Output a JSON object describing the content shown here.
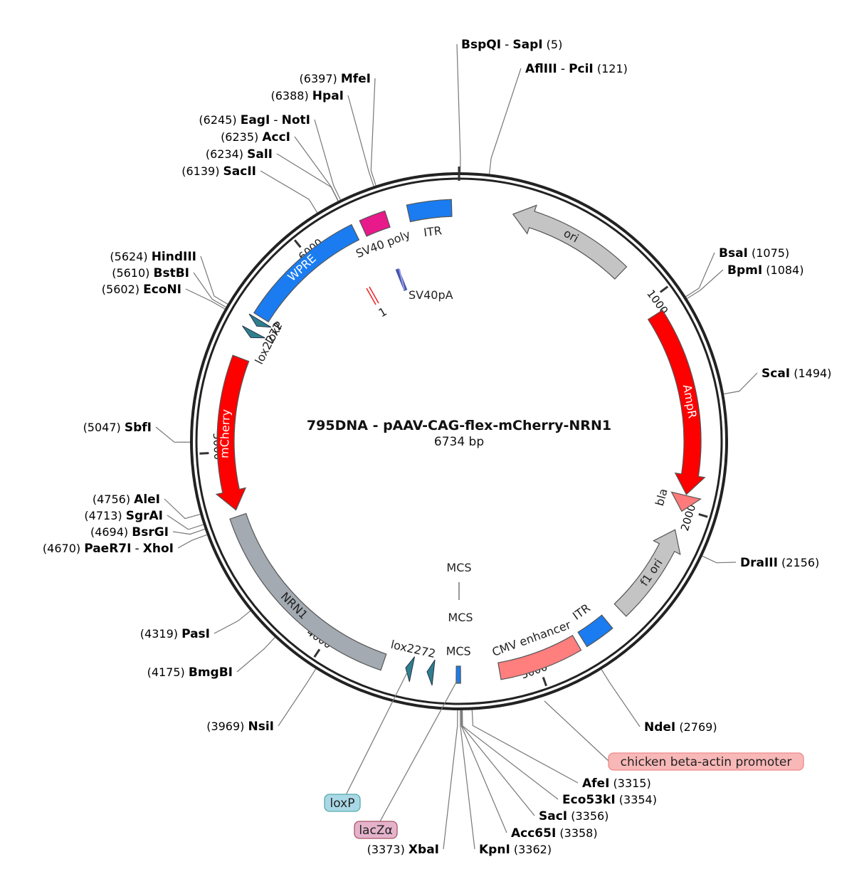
{
  "plasmid": {
    "name": "795DNA - pAAV-CAG-flex-mCherry-NRN1",
    "length_label": "6734 bp",
    "length": 6734
  },
  "colors": {
    "backbone": "#222222",
    "ori": "#c4c4c4",
    "amp": "#ff0000",
    "bla": "#ff7a7a",
    "f1ori": "#c4c4c4",
    "itr": "#1a7cf0",
    "cmv": "#ff7f7f",
    "mcs": "#1a7cf0",
    "lox": "#2f7f8f",
    "nrn1": "#a3aab2",
    "mcherry": "#ff0000",
    "wpre": "#1a7cf0",
    "sv40poly": "#e8198b"
  },
  "ticks": [
    {
      "pos": 0,
      "label": ""
    },
    {
      "pos": 1000,
      "label": "1000"
    },
    {
      "pos": 2000,
      "label": "2000"
    },
    {
      "pos": 3000,
      "label": "3000"
    },
    {
      "pos": 4000,
      "label": "4000"
    },
    {
      "pos": 5000,
      "label": "5000"
    },
    {
      "pos": 6000,
      "label": "6000"
    }
  ],
  "features": [
    {
      "id": "ori",
      "label": "ori",
      "start": 250,
      "end": 820,
      "dir": -1,
      "color": "ori",
      "label_color": "dark"
    },
    {
      "id": "ampr",
      "label": "AmpR",
      "start": 1070,
      "end": 1930,
      "dir": 1,
      "color": "amp",
      "label_color": "light"
    },
    {
      "id": "bla",
      "label": "bla",
      "start": 1935,
      "end": 2010,
      "dir": 1,
      "color": "bla",
      "label_color": "outside"
    },
    {
      "id": "f1ori",
      "label": "f1 ori",
      "start": 2100,
      "end": 2550,
      "dir": -1,
      "color": "f1ori",
      "label_color": "dark"
    },
    {
      "id": "itr-right",
      "label": "ITR",
      "start": 2630,
      "end": 2770,
      "dir": 0,
      "color": "itr",
      "label_color": "outside"
    },
    {
      "id": "cmv",
      "label": "CMV enhancer",
      "start": 2800,
      "end": 3180,
      "dir": 0,
      "color": "cmv",
      "label_color": "outside"
    },
    {
      "id": "mcs",
      "label": "MCS",
      "start": 3360,
      "end": 3380,
      "dir": 0,
      "color": "mcs",
      "label_color": "outside"
    },
    {
      "id": "nrn1",
      "label": "NRN1",
      "start": 3720,
      "end": 4700,
      "dir": 0,
      "color": "nrn1",
      "label_color": "dark"
    },
    {
      "id": "mcherry",
      "label": "mCherry",
      "start": 4730,
      "end": 5440,
      "dir": -1,
      "color": "mcherry",
      "label_color": "light"
    },
    {
      "id": "wpre",
      "label": "WPRE",
      "start": 5650,
      "end": 6240,
      "dir": 0,
      "color": "wpre",
      "label_color": "light"
    },
    {
      "id": "sv40poly",
      "label": "SV40 poly",
      "start": 6280,
      "end": 6400,
      "dir": 0,
      "color": "sv40poly",
      "label_color": "outside"
    },
    {
      "id": "itr-left",
      "label": "ITR",
      "start": 6500,
      "end": 6700,
      "dir": 0,
      "color": "itr",
      "label_color": "outside"
    }
  ],
  "small_features": [
    {
      "id": "lox2272-a",
      "label": "lox2272",
      "pos": 3600,
      "dir": 1
    },
    {
      "id": "lox2272-b",
      "label": "",
      "pos": 3500,
      "dir": 1
    },
    {
      "id": "loxp-top",
      "label": "loxP",
      "pos": 5620,
      "dir": -1
    },
    {
      "id": "lox2272-top",
      "label": "lox2272",
      "pos": 5560,
      "dir": -1
    }
  ],
  "inner_labels": [
    {
      "id": "sv40pa",
      "label": "SV40pA"
    },
    {
      "id": "origin-one",
      "label": "1"
    },
    {
      "id": "mcs-inner",
      "label": "MCS"
    }
  ],
  "sites": [
    {
      "name": "BspQI",
      "name2": "SapI",
      "pos": 5,
      "pos_label": "(5)",
      "side": "right"
    },
    {
      "name": "AflIII",
      "name2": "PciI",
      "pos": 121,
      "pos_label": "(121)",
      "side": "right"
    },
    {
      "name": "BsaI",
      "name2": "",
      "pos": 1075,
      "pos_label": "(1075)",
      "side": "right"
    },
    {
      "name": "BpmI",
      "name2": "",
      "pos": 1084,
      "pos_label": "(1084)",
      "side": "right"
    },
    {
      "name": "ScaI",
      "name2": "",
      "pos": 1494,
      "pos_label": "(1494)",
      "side": "right"
    },
    {
      "name": "DraIII",
      "name2": "",
      "pos": 2156,
      "pos_label": "(2156)",
      "side": "right"
    },
    {
      "name": "NdeI",
      "name2": "",
      "pos": 2769,
      "pos_label": "(2769)",
      "side": "right"
    },
    {
      "name": "AfeI",
      "name2": "",
      "pos": 3315,
      "pos_label": "(3315)",
      "side": "right"
    },
    {
      "name": "Eco53kI",
      "name2": "",
      "pos": 3354,
      "pos_label": "(3354)",
      "side": "right"
    },
    {
      "name": "SacI",
      "name2": "",
      "pos": 3356,
      "pos_label": "(3356)",
      "side": "right"
    },
    {
      "name": "Acc65I",
      "name2": "",
      "pos": 3358,
      "pos_label": "(3358)",
      "side": "right"
    },
    {
      "name": "KpnI",
      "name2": "",
      "pos": 3362,
      "pos_label": "(3362)",
      "side": "right"
    },
    {
      "name": "XbaI",
      "name2": "",
      "pos": 3373,
      "pos_label": "(3373)",
      "side": "left"
    },
    {
      "name": "NsiI",
      "name2": "",
      "pos": 3969,
      "pos_label": "(3969)",
      "side": "left"
    },
    {
      "name": "BmgBI",
      "name2": "",
      "pos": 4175,
      "pos_label": "(4175)",
      "side": "left"
    },
    {
      "name": "PasI",
      "name2": "",
      "pos": 4319,
      "pos_label": "(4319)",
      "side": "left"
    },
    {
      "name": "PaeR7I",
      "name2": "XhoI",
      "pos": 4670,
      "pos_label": "(4670)",
      "side": "left"
    },
    {
      "name": "BsrGI",
      "name2": "",
      "pos": 4694,
      "pos_label": "(4694)",
      "side": "left"
    },
    {
      "name": "SgrAI",
      "name2": "",
      "pos": 4713,
      "pos_label": "(4713)",
      "side": "left"
    },
    {
      "name": "AleI",
      "name2": "",
      "pos": 4756,
      "pos_label": "(4756)",
      "side": "left"
    },
    {
      "name": "SbfI",
      "name2": "",
      "pos": 5047,
      "pos_label": "(5047)",
      "side": "left"
    },
    {
      "name": "EcoNI",
      "name2": "",
      "pos": 5602,
      "pos_label": "(5602)",
      "side": "left"
    },
    {
      "name": "BstBI",
      "name2": "",
      "pos": 5610,
      "pos_label": "(5610)",
      "side": "left"
    },
    {
      "name": "HindIII",
      "name2": "",
      "pos": 5624,
      "pos_label": "(5624)",
      "side": "left"
    },
    {
      "name": "SacII",
      "name2": "",
      "pos": 6139,
      "pos_label": "(6139)",
      "side": "left"
    },
    {
      "name": "SalI",
      "name2": "",
      "pos": 6234,
      "pos_label": "(6234)",
      "side": "left"
    },
    {
      "name": "AccI",
      "name2": "",
      "pos": 6235,
      "pos_label": "(6235)",
      "side": "left"
    },
    {
      "name": "EagI",
      "name2": "NotI",
      "pos": 6245,
      "pos_label": "(6245)",
      "side": "left"
    },
    {
      "name": "HpaI",
      "name2": "",
      "pos": 6388,
      "pos_label": "(6388)",
      "side": "left"
    },
    {
      "name": "MfeI",
      "name2": "",
      "pos": 6397,
      "pos_label": "(6397)",
      "side": "left"
    }
  ],
  "callouts": [
    {
      "id": "chicken-beta-actin",
      "label": "chicken beta-actin promoter",
      "fill": "#f9b8b8",
      "stroke": "#e88"
    },
    {
      "id": "loxp-callout",
      "label": "loxP",
      "fill": "#a9d8e6",
      "stroke": "#5aa"
    },
    {
      "id": "lacz-callout",
      "label": "lacZα",
      "fill": "#e4b3cb",
      "stroke": "#a56"
    }
  ],
  "mcs_outer_label": "MCS"
}
